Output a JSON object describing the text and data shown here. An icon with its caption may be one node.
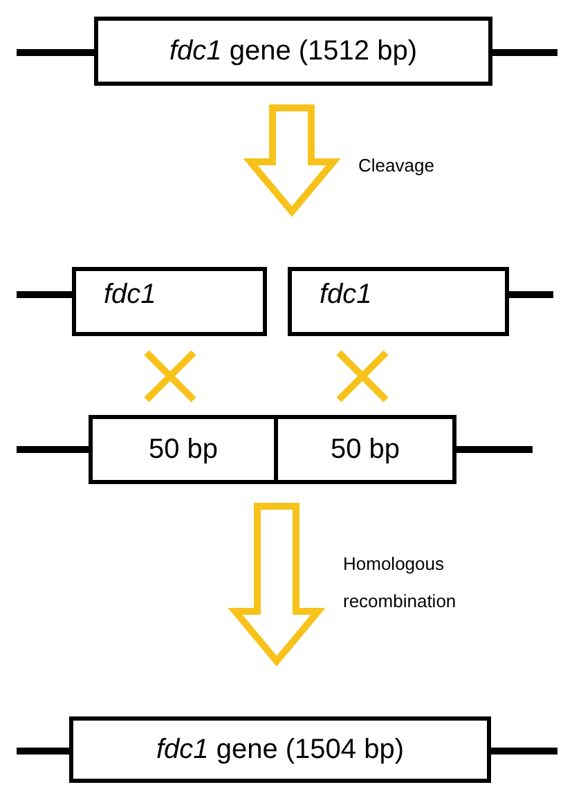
{
  "diagram": {
    "nodes": [
      {
        "text": [
          "*fdc1* gene (1512 bp)"
        ]
      },
      {
        "text": [
          "fdc1"
        ]
      },
      {
        "text": [
          "fdc1"
        ]
      },
      {
        "text": [
          "50 bp"
        ]
      },
      {
        "text": [
          "50 bp"
        ]
      },
      {
        "text": [
          "*fdc1* gene (1504 bp)"
        ]
      }
    ],
    "edges": [
      {
        "from": 0,
        "to": 1,
        "arrow": "to",
        "label": "Cleavage"
      },
      {
        "from": 0,
        "to": 2,
        "arrow": "to"
      },
      {
        "from": 3,
        "to": 5,
        "arrow": "to",
        "label": "Homologous recombination"
      },
      {
        "from": 4,
        "to": 5,
        "arrow": "to"
      }
    ]
  }
}
